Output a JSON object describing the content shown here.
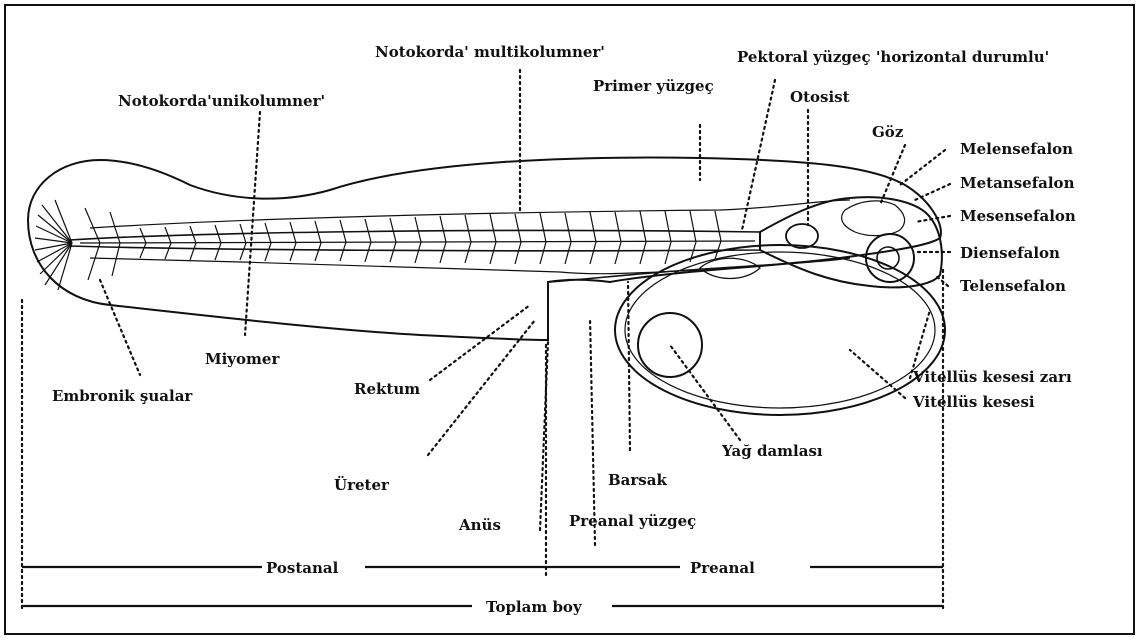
{
  "labels": {
    "notochord_multi": "Notokorda' multikolumner'",
    "pectoral_fin": "Pektoral yüzgeç 'horizontal durumlu'",
    "primary_fin": "Primer yüzgeç",
    "otocyst": "Otosist",
    "notochord_uni": "Notokorda'unikolumner'",
    "eye": "Göz",
    "melencephalon": "Melensefalon",
    "metencephalon": "Metansefalon",
    "mesencephalon": "Mesensefalon",
    "diencephalon": "Diensefalon",
    "telencephalon": "Telensefalon",
    "myomere": "Miyomer",
    "embryonic_rays": "Embronik şualar",
    "rectum": "Rektum",
    "yolk_membrane": "Vitellüs kesesi zarı",
    "yolk_sac": "Vitellüs kesesi",
    "oil_droplet": "Yağ damlası",
    "ureter": "Üreter",
    "intestine": "Barsak",
    "anus": "Anüs",
    "preanal_fin": "Preanal yüzgeç"
  },
  "measurements": {
    "postanal": "Postanal",
    "preanal": "Preanal",
    "total_length": "Toplam boy"
  }
}
